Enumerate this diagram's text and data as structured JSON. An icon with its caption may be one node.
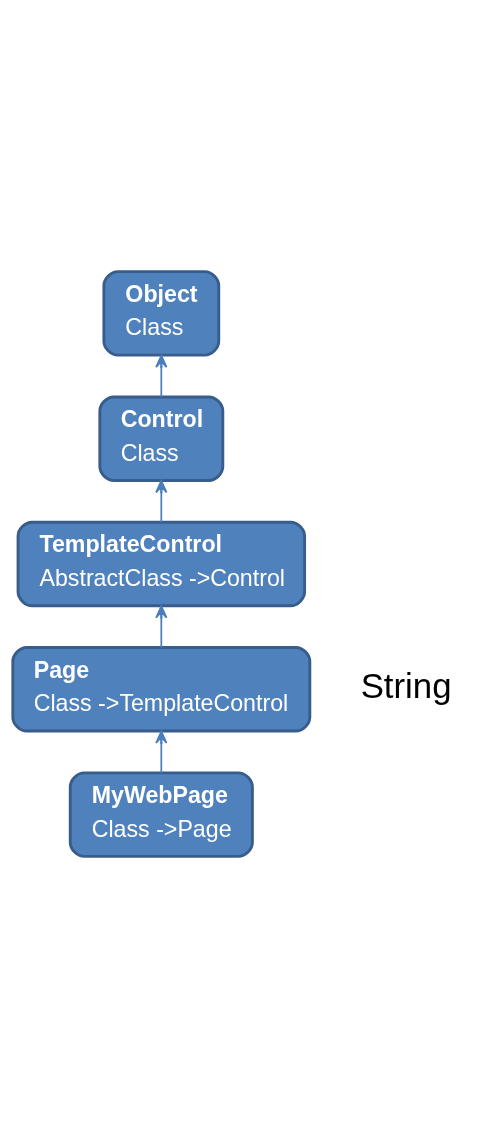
{
  "diagram": {
    "nodes": [
      {
        "text": [
          "Object",
          "Class"
        ]
      },
      {
        "text": [
          "Control",
          "Class"
        ]
      },
      {
        "text": [
          "TemplateControl",
          "AbstractClass ->Control"
        ]
      },
      {
        "text": [
          "Page",
          "Class ->TemplateControl"
        ]
      },
      {
        "text": [
          "MyWebPage",
          "Class ->Page"
        ]
      }
    ],
    "edges": [
      {
        "from": 1,
        "to": 0,
        "arrow": "to"
      },
      {
        "from": 2,
        "to": 1,
        "arrow": "to"
      },
      {
        "from": 3,
        "to": 2,
        "arrow": "to"
      },
      {
        "from": 4,
        "to": 3,
        "arrow": "to"
      }
    ],
    "labels": [
      "String"
    ]
  }
}
